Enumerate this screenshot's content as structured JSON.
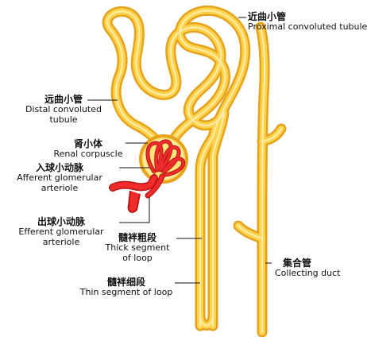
{
  "colors": {
    "tubule_outline": "#E7A21B",
    "tubule_fill": "#FFD24C",
    "tubule_highlight": "#FFF6C8",
    "corpuscle_fill": "#FFE27A",
    "arteriole_red": "#EF2B2B",
    "arteriole_dark": "#B81515",
    "leader_line": "#111111"
  },
  "labels": {
    "proximal": {
      "zh": "近曲小管",
      "en": "Proximal convoluted tubule"
    },
    "distal": {
      "zh": "远曲小管",
      "en1": "Distal convoluted",
      "en2": "tubule"
    },
    "renal_corpuscle": {
      "zh": "肾小体",
      "en": "Renal corpuscle"
    },
    "afferent": {
      "zh": "入球小动脉",
      "en1": "Afferent glomerular",
      "en2": "arteriole"
    },
    "efferent": {
      "zh": "出球小动脉",
      "en1": "Efferent glomerular",
      "en2": "arteriole"
    },
    "thick_segment": {
      "zh": "髓袢粗段",
      "en1": "Thick segment",
      "en2": "of loop"
    },
    "thin_segment": {
      "zh": "髓袢细段",
      "en": "Thin segment of loop"
    },
    "collecting_duct": {
      "zh": "集合管",
      "en": "Collecting duct"
    }
  }
}
